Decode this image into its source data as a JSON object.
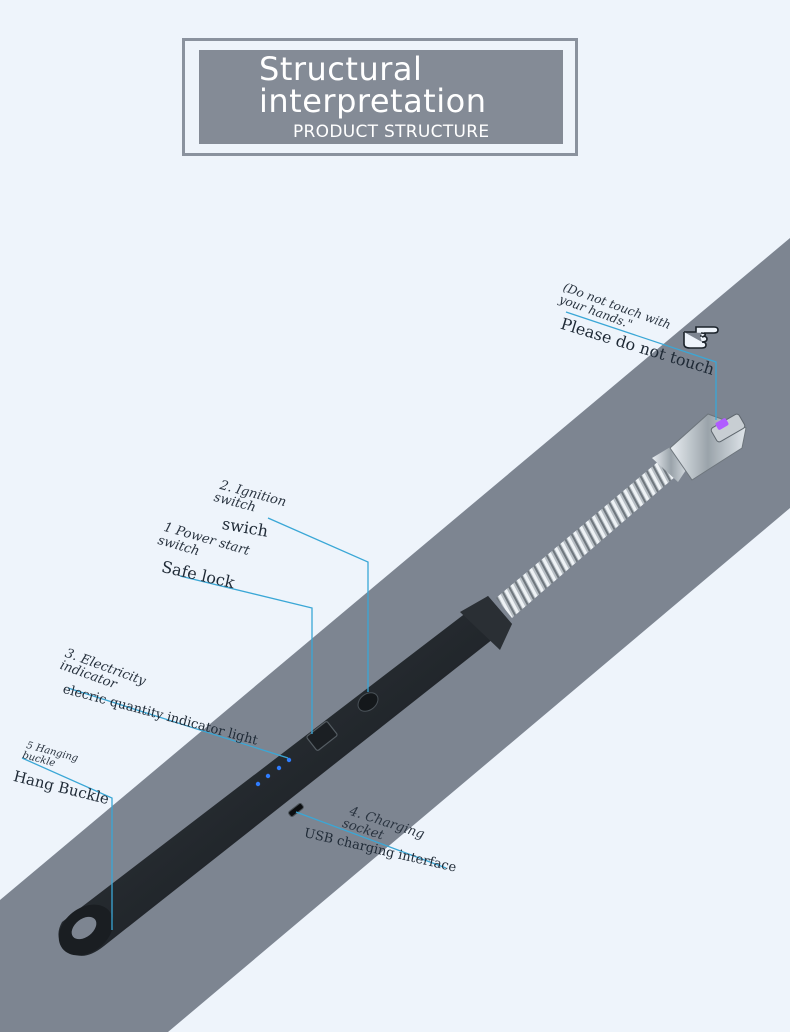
{
  "header": {
    "title_line1": "Structural",
    "title_line2": "interpretation",
    "subtitle": "PRODUCT STRUCTURE"
  },
  "callouts": {
    "tip_note_line1": "(Do not touch with",
    "tip_note_line2": "your hands.\"",
    "tip_label": "Please do not touch",
    "ignition_title_line1": "2. Ignition",
    "ignition_title_line2": "switch",
    "ignition_label": "swich",
    "power_title_line1": "1 Power start",
    "power_title_line2": "switch",
    "power_label": "Safe lock",
    "electricity_title_line1": "3. Electricity",
    "electricity_title_line2": "indicator",
    "electricity_label": "elecric quantity indicator light",
    "hang_title_line1": "5 Hanging",
    "hang_title_line2": "buckle",
    "hang_label": "Hang Buckle",
    "charging_title_line1": "4. Charging",
    "charging_title_line2": "socket",
    "charging_label": "USB charging interface"
  },
  "colors": {
    "background": "#eef4fb",
    "band": "#7d8591",
    "header_fill": "#848b96",
    "leader_line": "#3aa7d6",
    "indicator_led": "#2f7dff",
    "arc_glow": "#b05cff"
  },
  "icons": {
    "pointing_hand": "pointing-hand-icon"
  }
}
